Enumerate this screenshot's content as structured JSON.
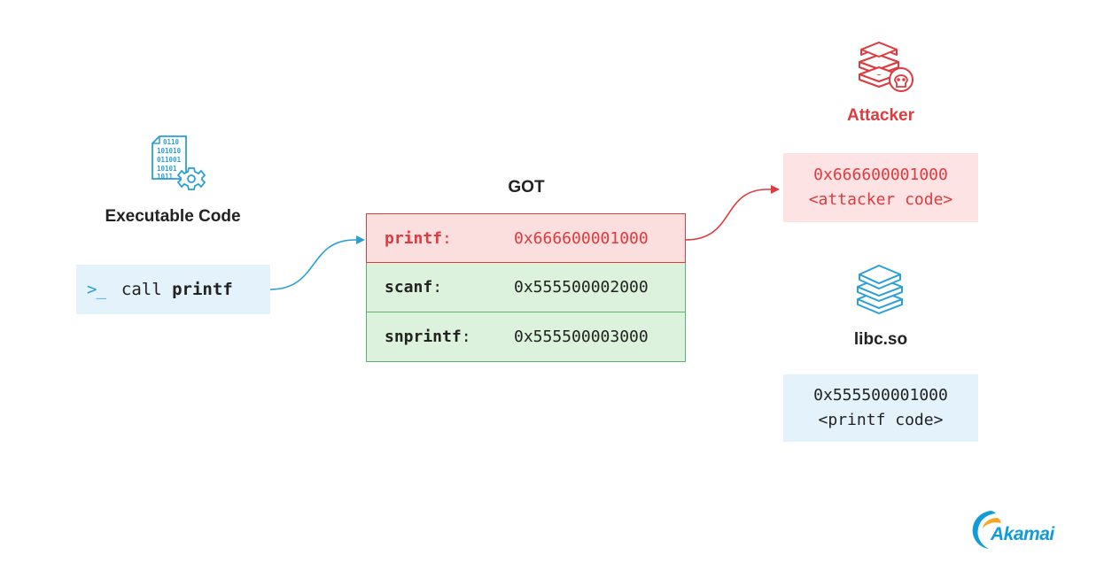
{
  "executable": {
    "label": "Executable Code",
    "icon": "binary-file-gear-icon",
    "call_prompt": ">_",
    "call_keyword": "call",
    "call_function": "printf"
  },
  "got": {
    "title": "GOT",
    "rows": [
      {
        "name": "printf",
        "address": "0x666600001000",
        "hijacked": true
      },
      {
        "name": "scanf",
        "address": "0x555500002000",
        "hijacked": false
      },
      {
        "name": "snprintf",
        "address": "0x555500003000",
        "hijacked": false
      }
    ]
  },
  "attacker": {
    "label": "Attacker",
    "icon": "malicious-library-skull-icon",
    "address": "0x666600001000",
    "code": "<attacker code>"
  },
  "libc": {
    "label": "libc.so",
    "icon": "library-stack-icon",
    "address": "0x555500001000",
    "code": "<printf code>"
  },
  "logo": {
    "text": "Akamai"
  },
  "colors": {
    "red": "#e0393e",
    "blue": "#2a9fd8",
    "green_border": "#5ab36a",
    "green_fill": "#dcf2dc",
    "red_fill": "#fbdede",
    "blue_fill": "#e4f2fb"
  }
}
